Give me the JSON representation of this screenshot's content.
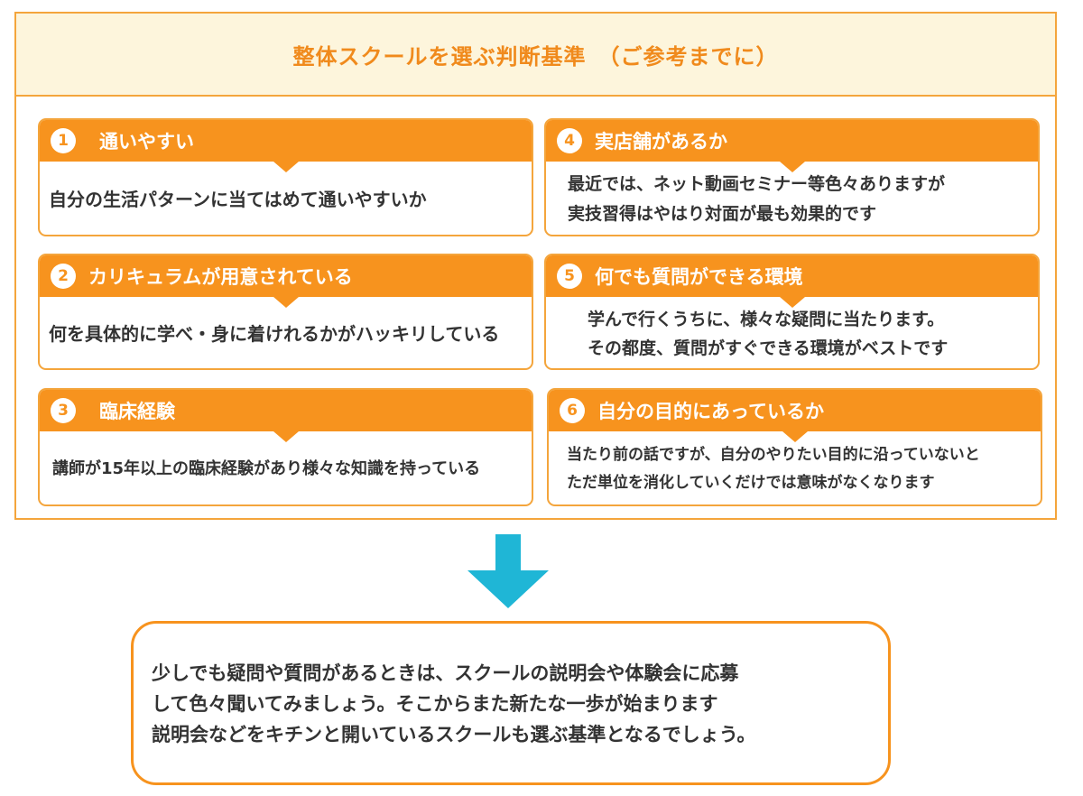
{
  "header": {
    "title": "整体スクールを選ぶ判断基準　（ご参考までに）"
  },
  "cards": [
    {
      "number": "1",
      "title": "通いやすい",
      "lines": [
        "自分の生活パターンに当てはめて通いやすいか"
      ]
    },
    {
      "number": "2",
      "title": "カリキュラムが用意されている",
      "lines": [
        "何を具体的に学べ・身に着けれるかがハッキリしている"
      ]
    },
    {
      "number": "3",
      "title": "臨床経験",
      "lines": [
        "講師が15年以上の臨床経験があり様々な知識を持っている"
      ]
    },
    {
      "number": "4",
      "title": "実店舗があるか",
      "lines": [
        "最近では、ネット動画セミナー等色々ありますが",
        "実技習得はやはり対面が最も効果的です"
      ]
    },
    {
      "number": "5",
      "title": "何でも質問ができる環境",
      "lines": [
        "学んで行くうちに、様々な疑問に当たります。",
        "その都度、質問がすぐできる環境がベストです"
      ]
    },
    {
      "number": "6",
      "title": "自分の目的にあっているか",
      "lines": [
        "当たり前の話ですが、自分のやりたい目的に沿っていないと",
        "ただ単位を消化していくだけでは意味がなくなります"
      ]
    }
  ],
  "summary": {
    "lines": [
      "少しでも疑問や質問があるときは、スクールの説明会や体験会に応募",
      "して色々聞いてみましょう。そこからまた新たな一歩が始まります",
      "説明会などをキチンと開いているスクールも選ぶ基準となるでしょう。"
    ]
  },
  "colors": {
    "accent": "#f7931e",
    "border": "#f4a53c",
    "title_text": "#f08a1c",
    "header_bg": "#fdf5dc",
    "arrow": "#1fb6d6",
    "body_text": "#333333"
  },
  "icons": {
    "arrow": "arrow-down-icon"
  }
}
